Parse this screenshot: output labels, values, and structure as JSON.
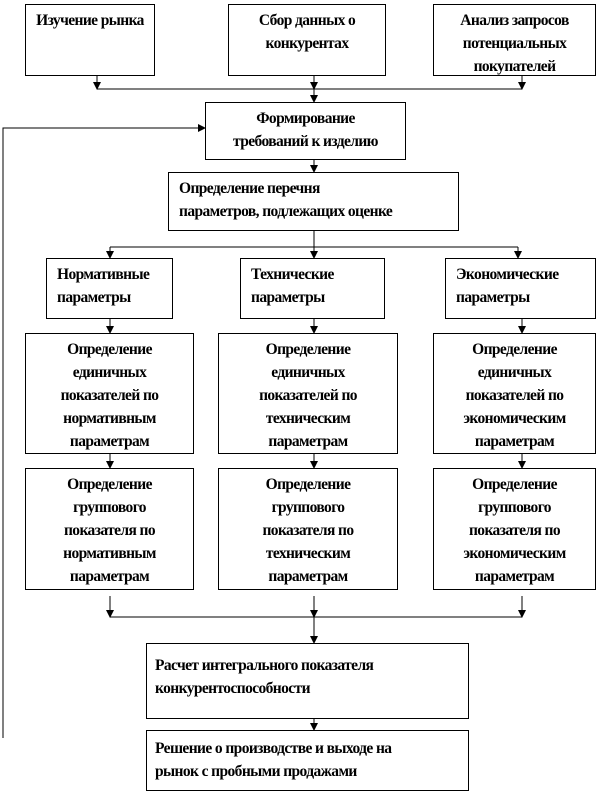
{
  "diagram": {
    "top": [
      "Изучение рынка",
      "Сбор данных о\nконкурентах",
      "Анализ запросов\nпотенциальных\nпокупателей"
    ],
    "requirements": "Формирование\nтребований к  изделию",
    "param_list": "Определение перечня\nпараметров, подлежащих оценке",
    "params": [
      "Нормативные\nпараметры",
      "Технические\nпараметры",
      "Экономические\nпараметры"
    ],
    "single": [
      "Определение\nединичных\nпоказателей по\nнормативным\nпараметрам",
      "Определение\nединичных\nпоказателей  по\nтехническим\nпараметрам",
      "Определение\nединичных\nпоказателей по\nэкономическим\nпараметрам"
    ],
    "group": [
      "Определение\nгруппового\nпоказателя по\nнормативным\nпараметрам",
      "Определение\nгруппового\nпоказателя по\nтехническим\nпараметрам",
      "Определение\nгруппового\nпоказателя по\nэкономическим\nпараметрам"
    ],
    "integral": "Расчет интегрального показателя\nконкурентоспособности",
    "decision": "Решение о производстве и выходе на\nрынок с пробными продажами"
  }
}
